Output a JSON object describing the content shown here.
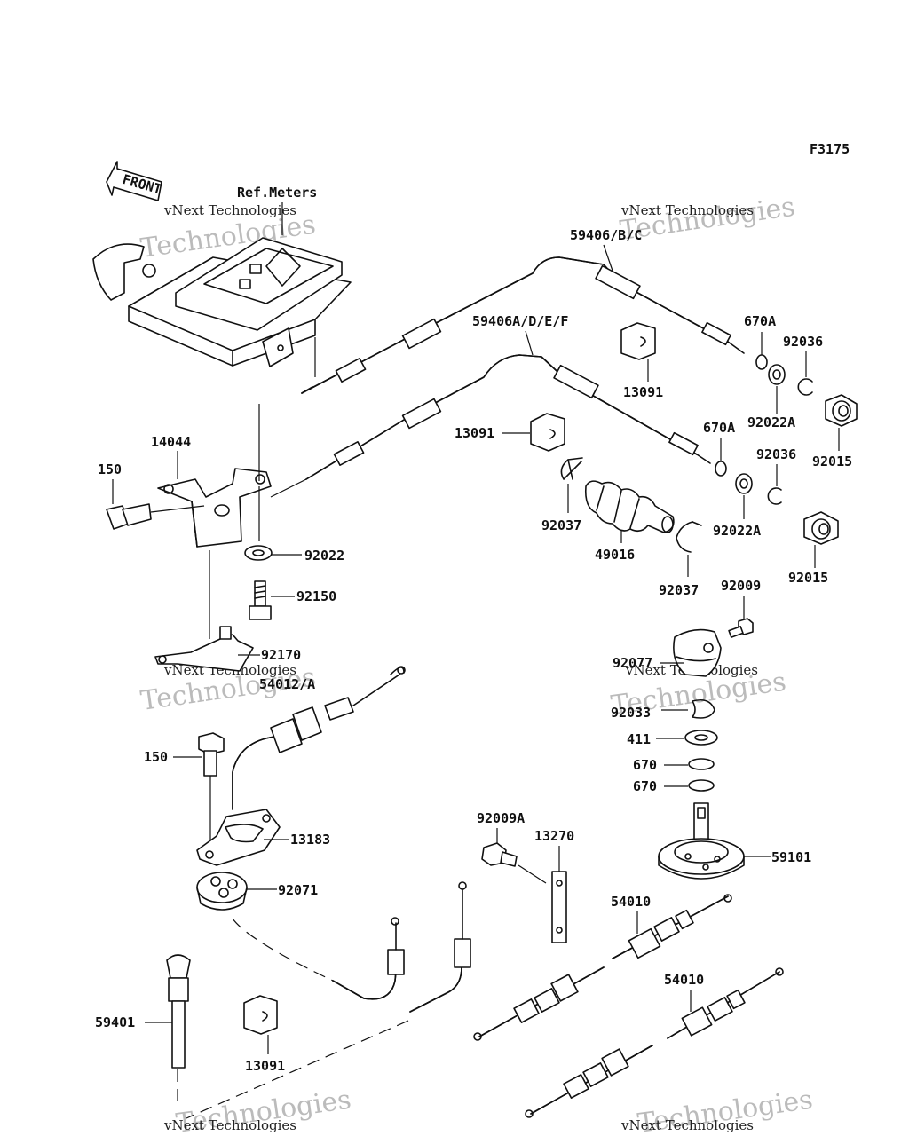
{
  "figure_code": "F3175",
  "front_label": "FRONT",
  "ref_label": "Ref.Meters",
  "watermarks": {
    "company": "vNext Technologies",
    "word": "Technologies"
  },
  "parts": {
    "cable_upper": "59406/B/C",
    "cable_lower": "59406A/D/E/F",
    "oring_670a_1": "670A",
    "oring_670a_2": "670A",
    "clip_92036_1": "92036",
    "clip_92036_2": "92036",
    "washer_92022a_1": "92022A",
    "washer_92022a_2": "92022A",
    "nut_92015_1": "92015",
    "nut_92015_2": "92015",
    "holder_13091_1": "13091",
    "holder_13091_2": "13091",
    "holder_13091_3": "13091",
    "bracket_14044": "14044",
    "bolt_150_1": "150",
    "bolt_150_2": "150",
    "washer_92022": "92022",
    "clamp_92037_1": "92037",
    "clamp_92037_2": "92037",
    "boot_49016": "49016",
    "bolt_92150": "92150",
    "plate_92170": "92170",
    "cable_54012": "54012/A",
    "bolt_92009": "92009",
    "cover_92077": "92077",
    "circlip_92033": "92033",
    "washer_411": "411",
    "oring_670_1": "670",
    "oring_670_2": "670",
    "plate_13183": "13183",
    "grommet_92071": "92071",
    "bolt_92009a": "92009A",
    "plate_13270": "13270",
    "knob_59101": "59101",
    "cable_54010_1": "54010",
    "cable_54010_2": "54010",
    "knob_59401": "59401"
  }
}
